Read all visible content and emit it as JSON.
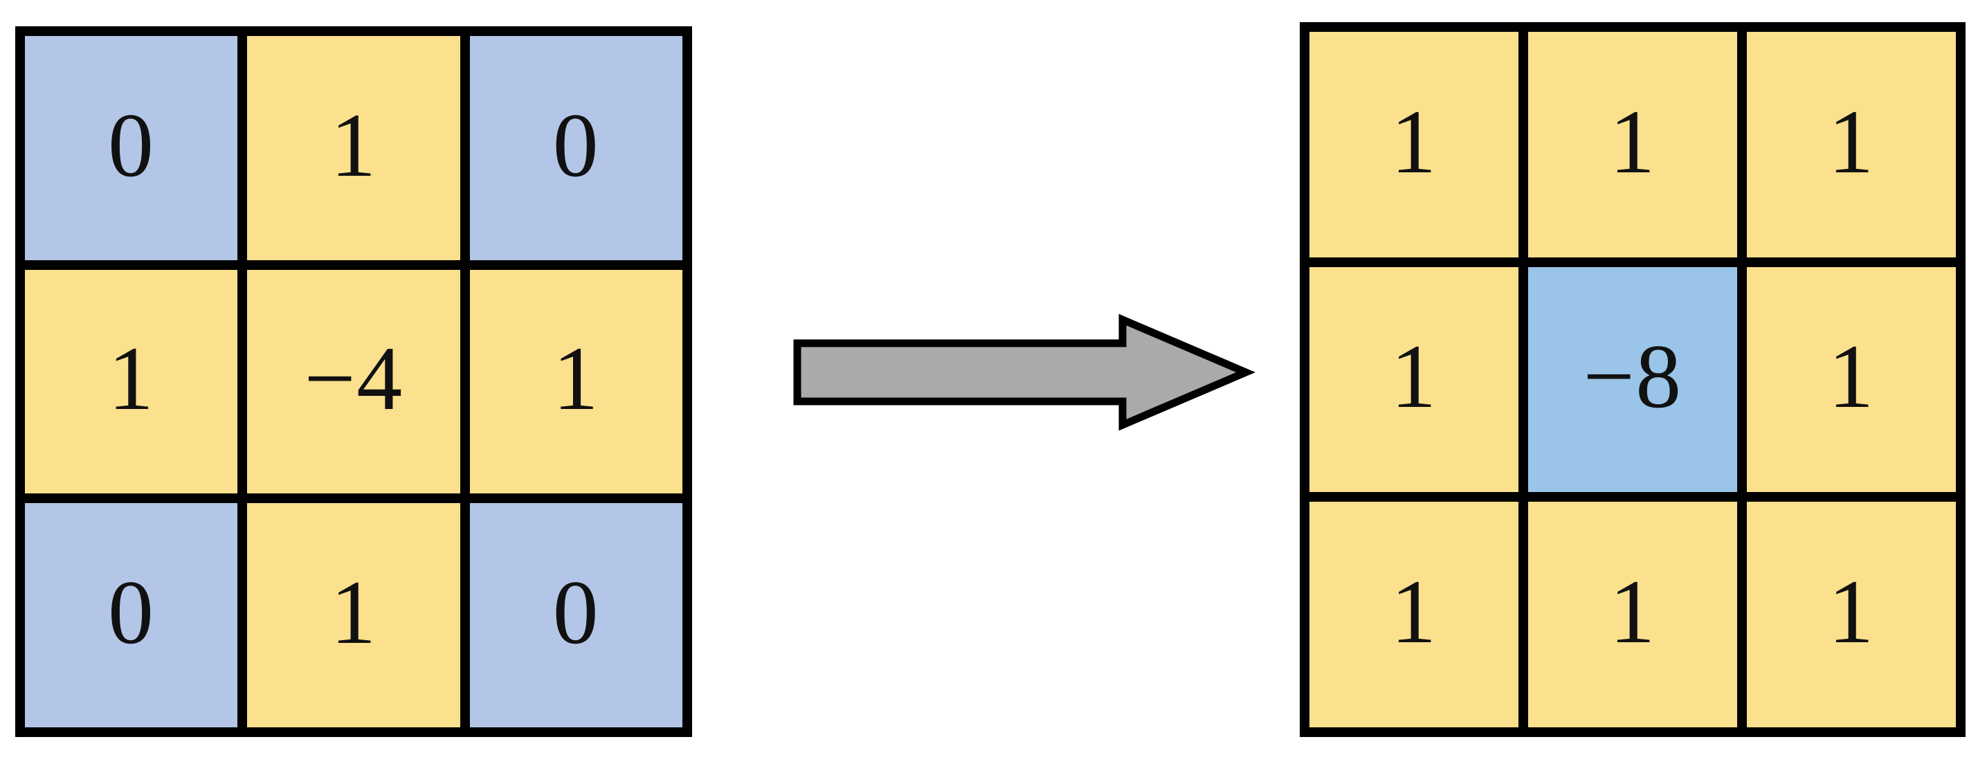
{
  "figure": {
    "background_color": "#FFFFFF",
    "palette": {
      "cell_yellow": "#FBE08D",
      "cell_blue_pale": "#B3C6E7",
      "cell_blue_bright": "#9AC4E8",
      "grid_line": "#000000",
      "arrow_fill": "#ABA9A9",
      "arrow_outline": "#000000",
      "text": "#111111"
    }
  },
  "left_kernel": {
    "name": "laplacian-4-kernel",
    "rows": 3,
    "cols": 3,
    "cells": [
      {
        "value": "0",
        "fill": "blue-pale"
      },
      {
        "value": "1",
        "fill": "yellow"
      },
      {
        "value": "0",
        "fill": "blue-pale"
      },
      {
        "value": "1",
        "fill": "yellow"
      },
      {
        "value": "−4",
        "fill": "yellow"
      },
      {
        "value": "1",
        "fill": "yellow"
      },
      {
        "value": "0",
        "fill": "blue-pale"
      },
      {
        "value": "1",
        "fill": "yellow"
      },
      {
        "value": "0",
        "fill": "blue-pale"
      }
    ]
  },
  "arrow": {
    "name": "rightward-block-arrow",
    "direction": "right",
    "fill": "#ABA9A9",
    "outline": "#000000"
  },
  "right_kernel": {
    "name": "laplacian-8-kernel",
    "rows": 3,
    "cols": 3,
    "cells": [
      {
        "value": "1",
        "fill": "yellow"
      },
      {
        "value": "1",
        "fill": "yellow"
      },
      {
        "value": "1",
        "fill": "yellow"
      },
      {
        "value": "1",
        "fill": "yellow"
      },
      {
        "value": "−8",
        "fill": "blue-bright"
      },
      {
        "value": "1",
        "fill": "yellow"
      },
      {
        "value": "1",
        "fill": "yellow"
      },
      {
        "value": "1",
        "fill": "yellow"
      },
      {
        "value": "1",
        "fill": "yellow"
      }
    ]
  },
  "chart_data": {
    "type": "table",
    "title": "",
    "xlabel": "",
    "ylabel": "",
    "annotations": [
      "rightward block arrow between the two 3x3 kernels"
    ],
    "tables": [
      {
        "name": "left_kernel",
        "values": [
          [
            0,
            1,
            0
          ],
          [
            1,
            -4,
            1
          ],
          [
            0,
            1,
            0
          ]
        ],
        "cell_fills": [
          [
            "blue-pale",
            "yellow",
            "blue-pale"
          ],
          [
            "yellow",
            "yellow",
            "yellow"
          ],
          [
            "blue-pale",
            "yellow",
            "blue-pale"
          ]
        ]
      },
      {
        "name": "right_kernel",
        "values": [
          [
            1,
            1,
            1
          ],
          [
            1,
            -8,
            1
          ],
          [
            1,
            1,
            1
          ]
        ],
        "cell_fills": [
          [
            "yellow",
            "yellow",
            "yellow"
          ],
          [
            "yellow",
            "blue-bright",
            "yellow"
          ],
          [
            "yellow",
            "yellow",
            "yellow"
          ]
        ]
      }
    ]
  }
}
